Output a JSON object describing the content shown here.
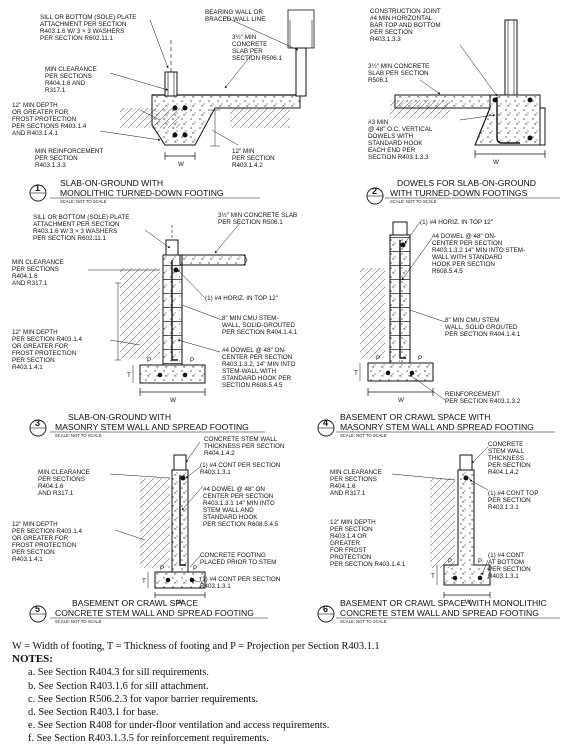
{
  "details": [
    {
      "number": "1",
      "title": [
        "SLAB-ON-GROUND WITH",
        "MONOLITHIC TURNED-DOWN FOOTING"
      ],
      "scale": "SCALE: NOT TO SCALE",
      "labels": {
        "sill": [
          "SILL OR BOTTOM (SOLE) PLATE",
          "ATTACHMENT PER SECTION",
          "R403.1.6 W/ 3 × 3 WASHERS",
          "PER SECTION R602.11.1"
        ],
        "bearing": [
          "BEARING WALL OR",
          "BRACED WALL LINE"
        ],
        "slab": [
          "3½\" MIN",
          "CONCRETE",
          "SLAB PER",
          "SECTION R506.1"
        ],
        "clearance": [
          "MIN CLEARANCE",
          "PER SECTIONS",
          "R404.1.6 AND",
          "R317.1"
        ],
        "depth": [
          "12\" MIN DEPTH",
          "OR GREATER FOR",
          "FROST PROTECTION",
          "PER SECTIONS R403.1.4",
          "AND R403.1.4.1"
        ],
        "reinforce": [
          "MIN REINFORCEMENT",
          "PER SECTION",
          "R403.1.3.3"
        ],
        "min12": [
          "12\" MIN",
          "PER SECTION",
          "R403.1.4.2"
        ],
        "w": "W"
      }
    },
    {
      "number": "2",
      "title": [
        "DOWELS FOR SLAB-ON-GROUND",
        "WITH TURNED-DOWN FOOTINGS"
      ],
      "scale": "SCALE: NOT TO SCALE",
      "labels": {
        "joint": [
          "CONSTRUCTION JOINT",
          "#4 MIN HORIZONTAL",
          "BAR TOP AND BOTTOM",
          "PER SECTION",
          "R403.1.3.3"
        ],
        "slab": [
          "3½\" MIN CONCRETE",
          "SLAB PER SECTION",
          "R506.1"
        ],
        "dowels": [
          "#3 MIN",
          "@ 48\" O.C. VERTICAL",
          "DOWELS WITH",
          "STANDARD HOOK",
          "EACH END PER",
          "SECTION R403.1.3.3"
        ],
        "w": "W"
      }
    },
    {
      "number": "3",
      "title": [
        "SLAB-ON-GROUND WITH",
        "MASONRY STEM WALL AND SPREAD FOOTING"
      ],
      "scale": "SCALE: NOT TO SCALE",
      "labels": {
        "sill": [
          "SILL OR BOTTOM (SOLE) PLATE",
          "ATTACHMENT PER SECTION",
          "R403.1.6 W/ 3 × 3 WASHERS",
          "PER SECTION R602.11.1"
        ],
        "slab": [
          "3½\" MIN CONCRETE SLAB",
          "PER SECTION R506.1"
        ],
        "clearance": [
          "MIN CLEARANCE",
          "PER SECTIONS",
          "R404.1.6",
          "AND R317.1"
        ],
        "horiz": "(1) #4 HORIZ. IN TOP 12\"",
        "cmu": [
          "8\" MIN CMU STEM-",
          "WALL, SOLID-GROUTED",
          "PER SECTION R404.1.4.1"
        ],
        "depth": [
          "12\" MIN DEPTH",
          "PER SECTION R403.1.4",
          "OR GREATER FOR",
          "FROST PROTECTION",
          "PER SECTION",
          "R403.1.4.1"
        ],
        "dowel": [
          "#4 DOWEL @ 48\" ON-",
          "CENTER PER SECTION",
          "R403.1.3.2, 14\" MIN INTO",
          "STEM-WALL WITH",
          "STANDARD HOOK PER",
          "SECTION R608.5.4.5"
        ],
        "p": "P",
        "t": "T",
        "w": "W"
      }
    },
    {
      "number": "4",
      "title": [
        "BASEMENT OR CRAWL SPACE WITH",
        "MASONRY STEM WALL AND SPREAD FOOTING"
      ],
      "scale": "SCALE: NOT TO SCALE",
      "labels": {
        "horiz": "(1) #4 HORIZ. IN TOP 12\"",
        "dowel": [
          "#4 DOWEL @ 48\" ON-",
          "CENTER PER SECTION",
          "R403.1.3.2 14\" MIN INTO STEM-",
          "WALL WITH STANDARD",
          "HOOK PER SECTION",
          "R608.5.4.5"
        ],
        "cmu": [
          "8\" MIN CMU STEM",
          "WALL, SOLID GROUTED",
          "PER SECTION R404.1.4.1"
        ],
        "reinf": [
          "REINFORCEMENT",
          "PER SECTION R403.1.3.2"
        ],
        "p": "P",
        "t": "T",
        "w": "W"
      }
    },
    {
      "number": "5",
      "title": [
        "BASEMENT OR CRAWL SPACE",
        "CONCRETE STEM WALL AND SPREAD FOOTING"
      ],
      "scale": "SCALE: NOT TO SCALE",
      "labels": {
        "stem": [
          "CONCRETE STEM WALL",
          "THICKNESS PER SECTION",
          "R404.1.4.2"
        ],
        "cont": [
          "(1) #4 CONT PER SECTION",
          "R403.1.3.1"
        ],
        "clearance": [
          "MIN CLEARANCE",
          "PER SECTIONS",
          "R404.1.6",
          "AND R317.1"
        ],
        "dowel": [
          "#4 DOWEL @ 48\" ON",
          "CENTER PER SECTION",
          "R403.1.3.1 14\" MIN INTO",
          "STEM WALL AND",
          "STANDARD HOOK",
          "PER SECTION R608.5.4.5"
        ],
        "depth": [
          "12\" MIN DEPTH",
          "PER SECTION R403.1.4",
          "OR GREATER FOR",
          "FROST PROTECTION",
          "PER SECTION",
          "R403.1.4.1"
        ],
        "footing": [
          "CONCRETE FOOTING",
          "PLACED PRIOR TO STEM"
        ],
        "cont2": [
          "(1) #4 CONT PER SECTION",
          "R403.1.3.1"
        ],
        "p": "P",
        "t": "T",
        "w": "W"
      }
    },
    {
      "number": "6",
      "title": [
        "BASEMENT OR CRAWL SPACE WITH MONOLITHIC",
        "CONCRETE STEM WALL AND SPREAD FOOTING"
      ],
      "scale": "SCALE: NOT TO SCALE",
      "labels": {
        "stem": [
          "CONCRETE",
          "STEM WALL",
          "THICKNESS",
          "PER SECTION",
          "R404.1.4.2"
        ],
        "clearance": [
          "MIN CLEARANCE",
          "PER SECTIONS",
          "R404.1.6",
          "AND R317.1"
        ],
        "conttop": [
          "(1) #4 CONT TOP",
          "PER SECTION",
          "R403.1.3.1"
        ],
        "depth": [
          "12\" MIN DEPTH",
          "PER SECTION",
          "R403.1.4 OR",
          "GREATER",
          "FOR FROST",
          "PROTECTION",
          "PER SECTION R403.1.4.1"
        ],
        "contbot": [
          "(1) #4 CONT",
          "AT BOTTOM",
          "PER SECTION",
          "R403.1.3.1"
        ],
        "p": "P",
        "t": "T",
        "w": "W"
      }
    }
  ],
  "legend": "W = Width of footing, T = Thickness of footing and P = Projection per Section R403.1.1",
  "notes_heading": "NOTES:",
  "notes": [
    "a.  See Section R404.3 for sill requirements.",
    "b.  See Section R403.1.6 for sill attachment.",
    "c.  See Section R506.2.3 for vapor barrier requirements.",
    "d.  See Section R403.1 for base.",
    "e.  See Section R408 for under-floor ventilation and access requirements.",
    "f.  See Section R403.1.3.5 for reinforcement requirements."
  ]
}
